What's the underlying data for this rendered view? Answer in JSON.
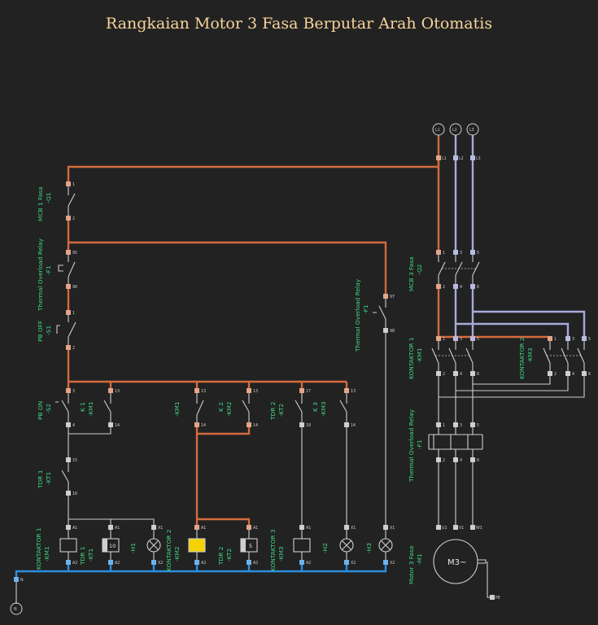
{
  "title": "Rangkaian Motor 3 Fasa Berputar Arah Otomatis",
  "colors": {
    "phase": "#d36c3d",
    "neutral": "#2a8fe0",
    "phase2": "#a7abd8",
    "label": "#3ddc84",
    "lamp_on": "#f5d200"
  },
  "supply": {
    "l1": "L1",
    "l2": "L2",
    "l3": "L3",
    "n": "N"
  },
  "control": {
    "mcb": {
      "name": "MCB 1 Fasa",
      "tag": "-Q1",
      "pins": [
        "1",
        "2"
      ]
    },
    "overload": {
      "name": "Thermal Overload Relay",
      "tag": "-F1",
      "pins": [
        "95",
        "96"
      ]
    },
    "off": {
      "name": "PB OFF",
      "tag": "-S1",
      "pins": [
        "1",
        "2"
      ]
    },
    "on": {
      "name": "PB ON",
      "tag": "-S2",
      "pins": [
        "3",
        "4"
      ]
    },
    "k1": {
      "name": "K 1",
      "tag": "-KM1",
      "pins": [
        "13",
        "14"
      ]
    },
    "tdr1": {
      "name": "TDR 1",
      "tag": "-KT1",
      "pins": [
        "15",
        "16"
      ]
    },
    "km1nc": {
      "name": "",
      "tag": "-KM1",
      "pins": [
        "13",
        "14"
      ]
    },
    "k2": {
      "name": "K 2",
      "tag": "-KM2",
      "pins": [
        "13",
        "14"
      ]
    },
    "tdr2": {
      "name": "TDR 2",
      "tag": "-KT2",
      "pins": [
        "17",
        "18"
      ]
    },
    "k3": {
      "name": "K 3",
      "tag": "-KM3",
      "pins": [
        "13",
        "14"
      ]
    },
    "ovl_aux": {
      "name": "Thermal Overload Relay",
      "tag": "-F1",
      "pins": [
        "97",
        "98"
      ]
    }
  },
  "loads": [
    {
      "name": "KONTAKTOR 1",
      "tag": "-KM1"
    },
    {
      "name": "TDR 1",
      "tag": "-KT1",
      "value": "10"
    },
    {
      "name": "",
      "tag": "-H1"
    },
    {
      "name": "KONTAKTOR 2",
      "tag": "-KM2"
    },
    {
      "name": "TDR 2",
      "tag": "-KT2",
      "value": "5"
    },
    {
      "name": "KONTAKTOR 3",
      "tag": "-KM3"
    },
    {
      "name": "",
      "tag": "-H2"
    },
    {
      "name": "",
      "tag": "-H3"
    }
  ],
  "load_pins": {
    "a1": "A1",
    "a2": "A2",
    "x1": "X1",
    "x2": "X2"
  },
  "power": {
    "mcb3": {
      "name": "MCB 3 Fasa",
      "tag": "-Q2",
      "top": [
        "1",
        "3",
        "5"
      ],
      "bottom": [
        "2",
        "4",
        "6"
      ]
    },
    "km1": {
      "name": "KONTAKTOR 1",
      "tag": "-KM1",
      "top": [
        "1",
        "3",
        "5"
      ],
      "bottom": [
        "2",
        "4",
        "6"
      ]
    },
    "km3": {
      "name": "KONTAKTOR 2",
      "tag": "-KM3",
      "top": [
        "1",
        "3",
        "5"
      ],
      "bottom": [
        "2",
        "4",
        "6"
      ]
    },
    "olr": {
      "name": "Thermal Overload Relay",
      "tag": "-F1",
      "top": [
        "1",
        "3",
        "5"
      ],
      "bottom": [
        "2",
        "4",
        "6"
      ]
    },
    "motor": {
      "name": "Motor 3 Fasa",
      "tag": "-M1",
      "symbol": "M3~",
      "pins": [
        "U1",
        "V1",
        "W1"
      ],
      "pe": "PE"
    }
  }
}
